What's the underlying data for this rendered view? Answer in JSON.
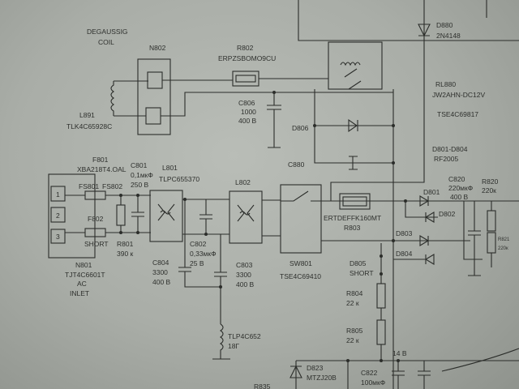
{
  "labels": {
    "degaussing": "DEGAUSSIG",
    "coil": "COIL",
    "n802": "N802",
    "r802": "R802",
    "r802_part": "ERPZSBOMO9CU",
    "l891": "L891",
    "l891_part": "TLK4C65928C",
    "c806": "C806",
    "c806_val": "1000",
    "c806_v": "400 B",
    "d806": "D806",
    "c880": "C880",
    "d880": "D880",
    "d880_part": "2N4148",
    "rl880": "RL880",
    "rl880_part": "JW2AHN-DC12V",
    "rl880_code": "TSE4C69817",
    "d801_d804": "D801-D804",
    "d801_d804_part": "RF2005",
    "f801": "F801",
    "f801_part": "XBA218T4.OAL",
    "fs801": "FS801",
    "fs802": "FS802",
    "f802": "F802",
    "short1": "SHORT",
    "c801": "C801",
    "c801_val": "0,1мкФ",
    "c801_v": "250 B",
    "l801": "L801",
    "l801_part": "TLPC655370",
    "l802": "L802",
    "r801": "R801",
    "r801_val": "390 к",
    "c802": "C802",
    "c802_val": "0,33мкФ",
    "c802_v": "25 B",
    "c804": "C804",
    "c804_val": "3300",
    "c804_v": "400 B",
    "c803": "C803",
    "c803_val": "3300",
    "c803_v": "400 B",
    "n801": "N801",
    "n801_part": "TJT4C6601T",
    "n801_ac": "AC",
    "n801_inlet": "INLET",
    "pin1": "1",
    "pin2": "2",
    "pin3": "3",
    "tlp": "TLP4C652",
    "tlp_val": "18Г",
    "sw801": "SW801",
    "sw801_part": "TSE4C69410",
    "r803_part": "ERTDEFFK160MT",
    "r803": "R803",
    "d801": "D801",
    "d802": "D802",
    "d803": "D803",
    "d804": "D804",
    "c820": "C820",
    "c820_val": "220мкФ",
    "c820_v": "400 B",
    "r820": "R820",
    "r820_val": "220к",
    "r821": "R821",
    "r821_val": "220к",
    "d805": "D805",
    "short2": "SHORT",
    "r804": "R804",
    "r804_val": "22 к",
    "r805": "R805",
    "r805_val": "22 к",
    "v14": "14 B",
    "d823": "D823",
    "d823_part": "MTZJ20B",
    "c822": "C822",
    "c822_val": "100мкФ",
    "r835": "R835"
  }
}
